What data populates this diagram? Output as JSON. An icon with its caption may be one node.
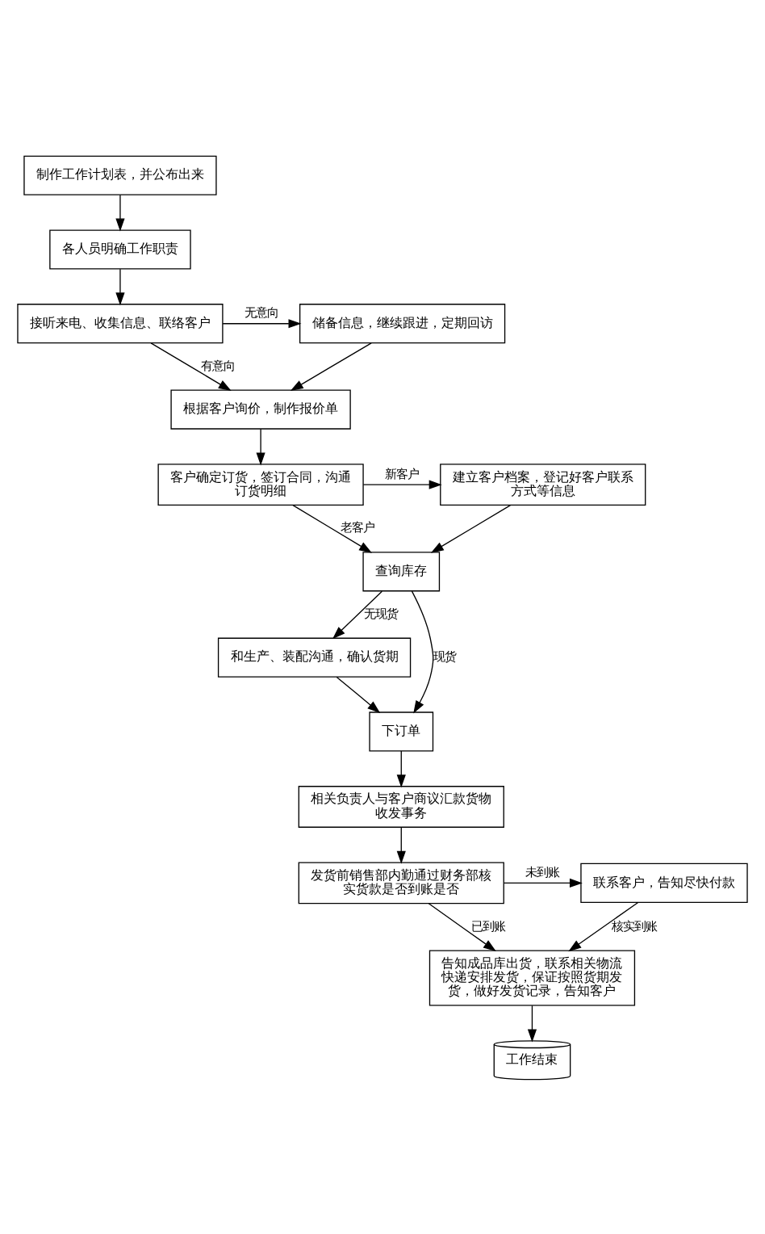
{
  "diagram": {
    "nodes": [
      {
        "text": [
          "制作工作计划表，并公布出来"
        ]
      },
      {
        "text": [
          "各人员明确工作职责"
        ]
      },
      {
        "text": [
          "接听来电、收集信息、联络客户"
        ]
      },
      {
        "text": [
          "储备信息，继续跟进，定期回访"
        ]
      },
      {
        "text": [
          "根据客户询价，制作报价单"
        ]
      },
      {
        "text": [
          "建立客户档案，登记好客户联系方式等信息"
        ]
      },
      {
        "text": [
          "客户确定订货，签订合同，沟通订货明细"
        ]
      },
      {
        "text": [
          "查询库存"
        ]
      },
      {
        "text": [
          "和生产、装配沟通，确认货期"
        ]
      },
      {
        "text": [
          "下订单"
        ]
      },
      {
        "text": [
          "相关负责人与客户商议汇款货物收发事务"
        ]
      },
      {
        "text": [
          "联系客户，告知尽快付款"
        ]
      },
      {
        "text": [
          "发货前销售部内勤通过财务部核实货款是否到账是否"
        ]
      },
      {
        "text": [
          "告知成品库出货，联系相关物流快递安排发货，保证按照货期发货，做好发货记录，告知客户"
        ]
      },
      {
        "text": [
          "工作结束"
        ]
      }
    ],
    "edges": [
      {
        "from": 0,
        "to": 1,
        "arrow": "to"
      },
      {
        "from": 1,
        "to": 2,
        "arrow": "to"
      },
      {
        "from": 2,
        "to": 3,
        "arrow": "to",
        "label": "无意向"
      },
      {
        "from": 2,
        "to": 4,
        "arrow": "to",
        "label": "有意向"
      },
      {
        "from": 3,
        "to": 4,
        "arrow": "to"
      },
      {
        "from": 4,
        "to": 6,
        "arrow": "to"
      },
      {
        "from": 6,
        "to": 5,
        "arrow": "to",
        "label": "新客户"
      },
      {
        "from": 6,
        "to": 7,
        "arrow": "to",
        "label": "老客户"
      },
      {
        "from": 5,
        "to": 7,
        "arrow": "to"
      },
      {
        "from": 7,
        "to": 8,
        "arrow": "to",
        "label": "无现货"
      },
      {
        "from": 7,
        "to": 9,
        "arrow": "to",
        "label": "现货"
      },
      {
        "from": 8,
        "to": 9,
        "arrow": "to"
      },
      {
        "from": 9,
        "to": 10,
        "arrow": "to"
      },
      {
        "from": 10,
        "to": 12,
        "arrow": "to"
      },
      {
        "from": 12,
        "to": 11,
        "arrow": "to",
        "label": "未到账"
      },
      {
        "from": 12,
        "to": 13,
        "arrow": "to",
        "label": "已到账"
      },
      {
        "from": 11,
        "to": 13,
        "arrow": "to",
        "label": "核实到账"
      },
      {
        "from": 13,
        "to": 14,
        "arrow": "to"
      }
    ]
  }
}
